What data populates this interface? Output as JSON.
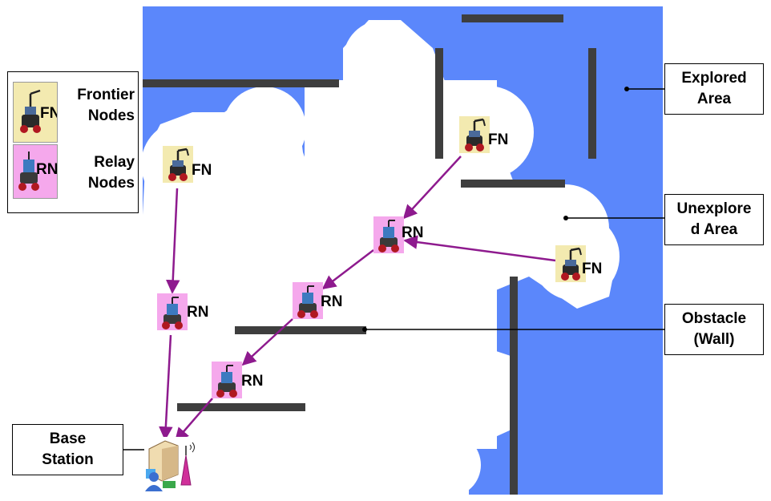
{
  "labels": {
    "explored_line1": "Explored",
    "explored_line2": "Area",
    "unexplored_line1": "Unexplore",
    "unexplored_line2": "d Area",
    "obstacle_line1": "Obstacle",
    "obstacle_line2": "(Wall)",
    "base_line1": "Base",
    "base_line2": "Station"
  },
  "legend": {
    "frontier_abbr": "FN",
    "frontier_line1": "Frontier",
    "frontier_line2": "Nodes",
    "relay_abbr": "RN",
    "relay_line1": "Relay",
    "relay_line2": "Nodes"
  },
  "nodes": {
    "fn_top_right": "FN",
    "fn_left": "FN",
    "fn_right": "FN",
    "rn_center": "RN",
    "rn_left": "RN",
    "rn_middle": "RN",
    "rn_lower": "RN"
  },
  "colors": {
    "explored": "#5b87fb",
    "unexplored": "#ffffff",
    "wall": "#3e3e3e",
    "link": "#8e1a8e",
    "frontier_bg": "#f3eab0",
    "relay_bg": "#f5a8ec"
  },
  "icons": {
    "frontier": "robot-arm-icon",
    "relay": "robot-icon",
    "base": "base-station-icon"
  }
}
